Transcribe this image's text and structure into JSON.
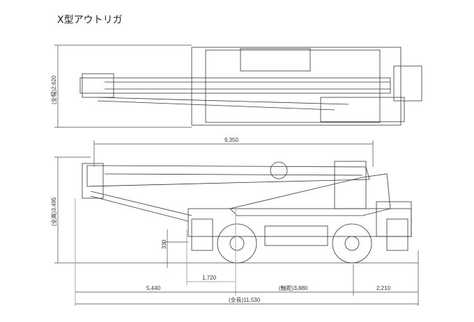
{
  "title": "X型アウトリガ",
  "dimensions": {
    "overall_width": "(全幅)2,620",
    "overall_height": "(全高)3,495",
    "boom_length": "9,350",
    "ground_clearance": "330",
    "overhang_offset": "1,720",
    "front_overhang": "5,440",
    "wheelbase": "(軸距)3,880",
    "rear_overhang": "2,210",
    "overall_length": "(全長)11,530"
  }
}
